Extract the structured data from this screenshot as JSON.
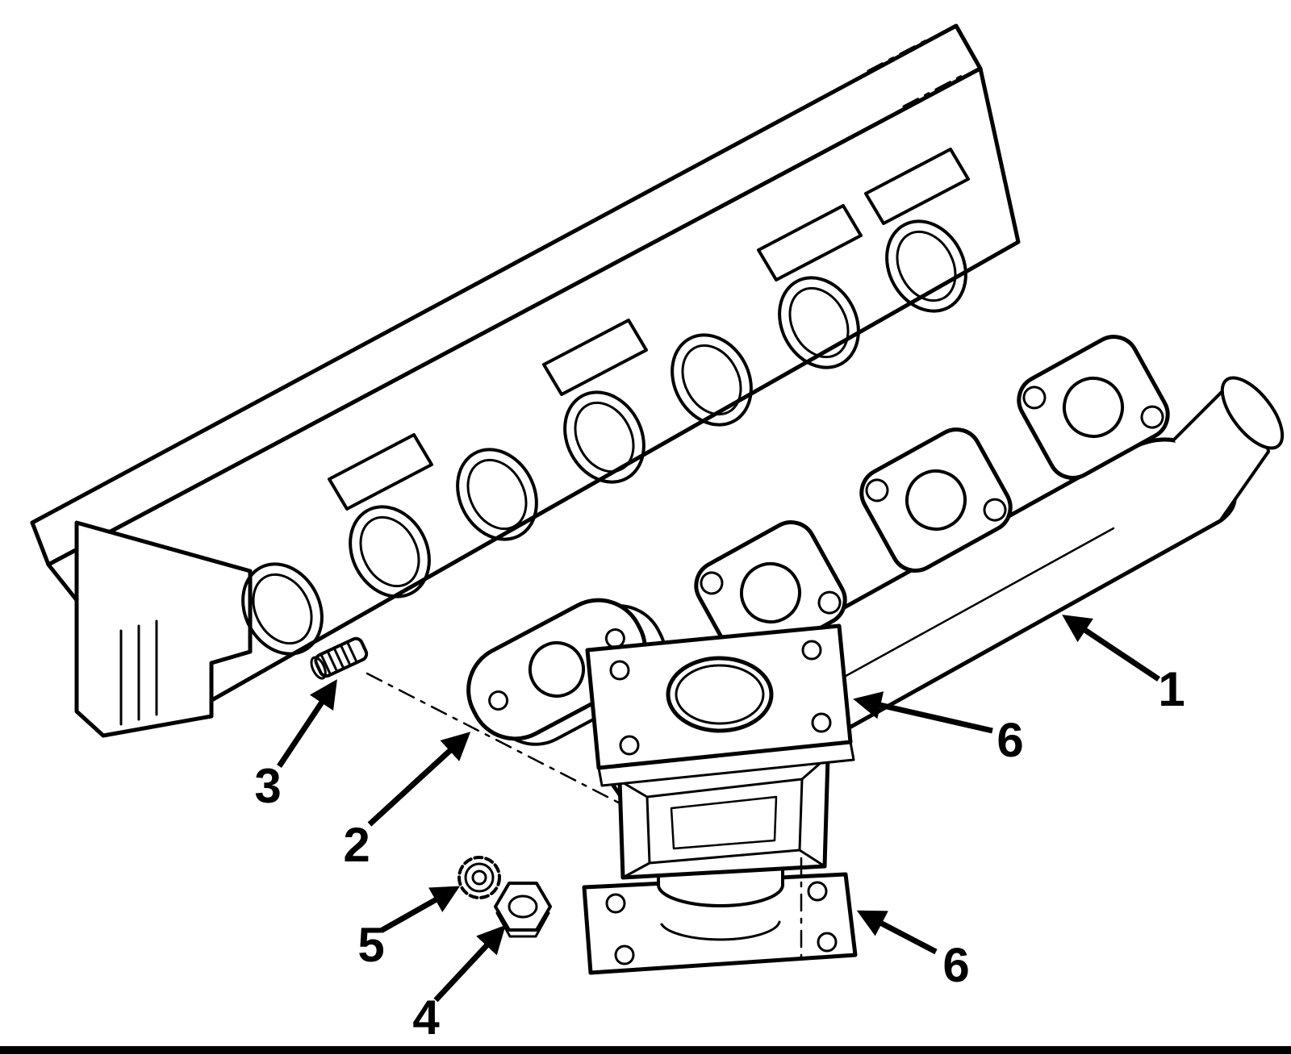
{
  "colors": {
    "ink": "#000000",
    "paper": "#ffffff"
  },
  "figure": {
    "callouts": [
      {
        "label": "1"
      },
      {
        "label": "2"
      },
      {
        "label": "3"
      },
      {
        "label": "4"
      },
      {
        "label": "5"
      },
      {
        "label": "6"
      },
      {
        "label": "6"
      }
    ]
  }
}
